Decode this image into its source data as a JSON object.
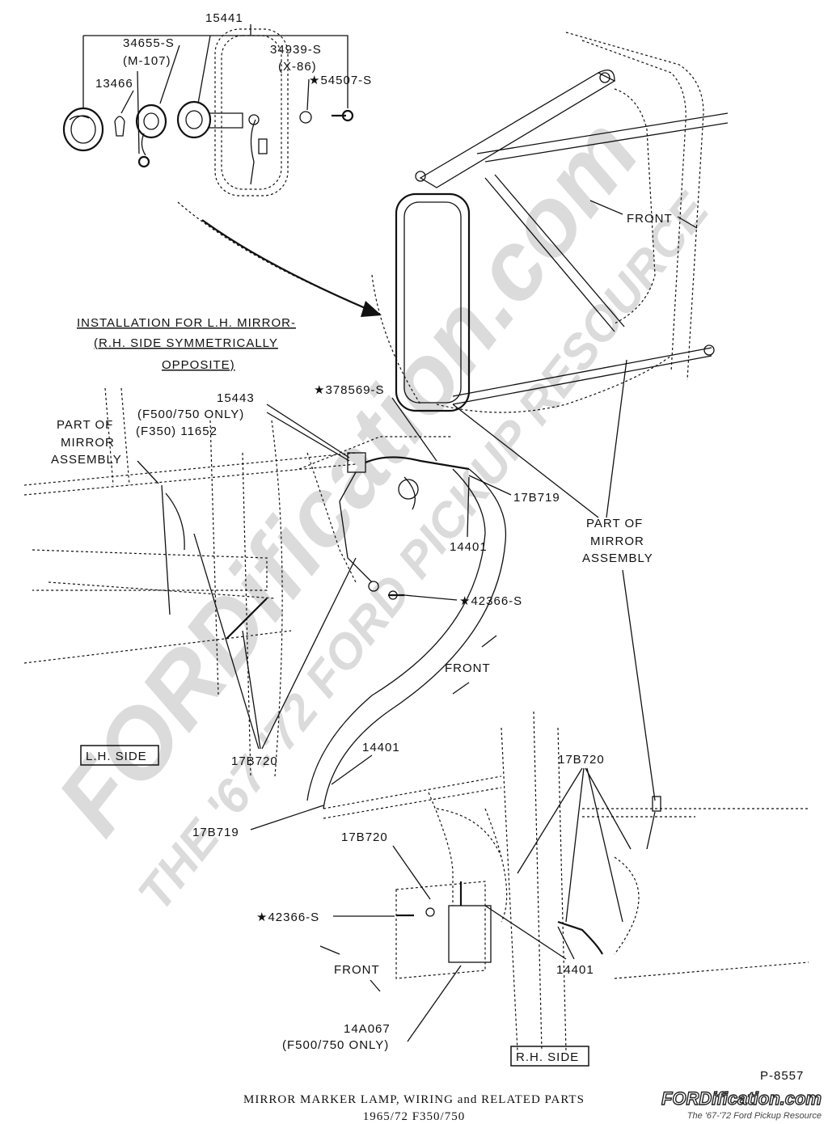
{
  "labels": {
    "p15441": "15441",
    "p34655": "34655-S",
    "m107": "(M-107)",
    "p13466": "13466",
    "p34939": "34939-S",
    "x86": "(X-86)",
    "p54507": "★54507-S",
    "front_top": "FRONT",
    "install_1": "INSTALLATION FOR L.H. MIRROR-",
    "install_2": "(R.H. SIDE SYMMETRICALLY",
    "install_3": "OPPOSITE)",
    "p378569": "★378569-S",
    "p15443": "15443",
    "f500_only_1": "(F500/750 ONLY)",
    "f350_11652": "(F350) 11652",
    "part_of_1": "PART OF",
    "mirror_1": "MIRROR",
    "assembly_1": "ASSEMBLY",
    "p17b719_a": "17B719",
    "p14401_a": "14401",
    "part_of_2": "PART OF",
    "mirror_2": "MIRROR",
    "assembly_2": "ASSEMBLY",
    "p42366_a": "★42366-S",
    "front_mid": "FRONT",
    "lh_side": "L.H. SIDE",
    "p17b720_a": "17B720",
    "p14401_b": "14401",
    "p17b720_b": "17B720",
    "p17b719_b": "17B719",
    "p17b720_c": "17B720",
    "p42366_b": "★42366-S",
    "front_bottom": "FRONT",
    "p14401_c": "14401",
    "p14a067": "14A067",
    "f500_only_2": "(F500/750 ONLY)",
    "rh_side": "R.H. SIDE",
    "p8557": "P-8557"
  },
  "caption": {
    "line1": "MIRROR MARKER LAMP, WIRING and RELATED PARTS",
    "line2": "1965/72   F350/750"
  },
  "watermark": {
    "main": "FORDification.com",
    "sub": "THE '67-'72 FORD PICKUP RESOURCE",
    "logo_text": "FORDification.com",
    "logo_sub": "The '67-'72 Ford Pickup Resource"
  }
}
